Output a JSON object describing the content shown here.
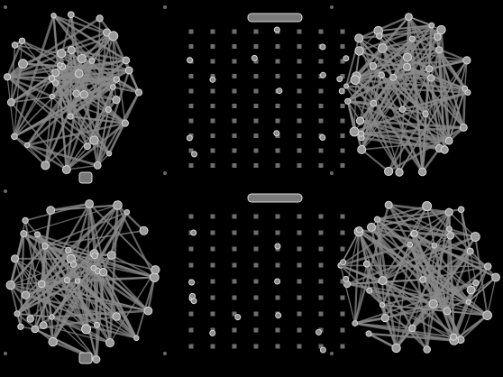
{
  "canvas": {
    "background": "#000000",
    "edge_color": "#8a8a8a",
    "node_stroke": "#d8d8d8",
    "grid_color": "#6e6e6e"
  },
  "panels": [
    {
      "name": "network-graph-top-left",
      "type": "force-directed-graph",
      "nodes": 40,
      "edges": 170
    },
    {
      "name": "network-graph-top-right",
      "type": "force-directed-graph",
      "nodes": 40,
      "edges": 170
    },
    {
      "name": "network-graph-bottom-left",
      "type": "force-directed-graph",
      "nodes": 40,
      "edges": 170
    },
    {
      "name": "network-graph-bottom-right",
      "type": "force-directed-graph",
      "nodes": 40,
      "edges": 170
    },
    {
      "name": "matrix-grid-top",
      "type": "dot-matrix",
      "rows": 10,
      "cols": 8
    },
    {
      "name": "matrix-grid-bottom",
      "type": "dot-matrix",
      "rows": 9,
      "cols": 8
    }
  ]
}
